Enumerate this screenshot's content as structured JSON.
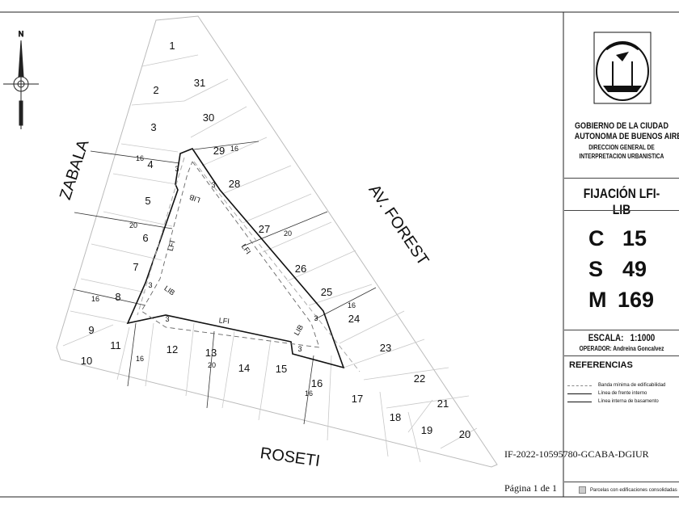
{
  "map": {
    "compass_label": "N",
    "streets": {
      "left": "ZABALA",
      "right": "AV. FOREST",
      "bottom": "ROSETI"
    },
    "parcels": [
      "1",
      "2",
      "31",
      "3",
      "30",
      "29",
      "4",
      "28",
      "5",
      "6",
      "27",
      "26",
      "7",
      "8",
      "25",
      "24",
      "9",
      "11",
      "12",
      "13",
      "10",
      "14",
      "15",
      "16",
      "23",
      "17",
      "22",
      "18",
      "21",
      "19",
      "20"
    ],
    "frontage_labels": [
      "16",
      "16",
      "20",
      "20",
      "16",
      "16",
      "16",
      "20",
      "16"
    ],
    "line_labels": {
      "lfi": "LFI",
      "lib": "LIB",
      "offset": "3"
    }
  },
  "panel": {
    "org_line1": "GOBIERNO DE LA CIUDAD",
    "org_line2": "AUTONOMA DE BUENOS AIRES",
    "dept_line1": "DIRECCION GENERAL DE",
    "dept_line2": "INTERPRETACION URBANISTICA",
    "title": "FIJACIÓN LFI-LIB",
    "c_label": "C",
    "c_value": "15",
    "s_label": "S",
    "s_value": "49",
    "m_label": "M",
    "m_value": "169",
    "scale": "ESCALA:   1:1000",
    "operator": "OPERADOR: Andreina Goncalvez",
    "references_title": "REFERENCIAS",
    "references": [
      "Banda mínima de edificabilidad",
      "Línea de frente interno",
      "Línea interna de basamento"
    ],
    "consolidated_legend": "Parcelas con edificaciones consolidadas"
  },
  "footer": {
    "doc_id": "IF-2022-10595780-GCABA-DGIUR",
    "page": "Página 1 de 1"
  }
}
